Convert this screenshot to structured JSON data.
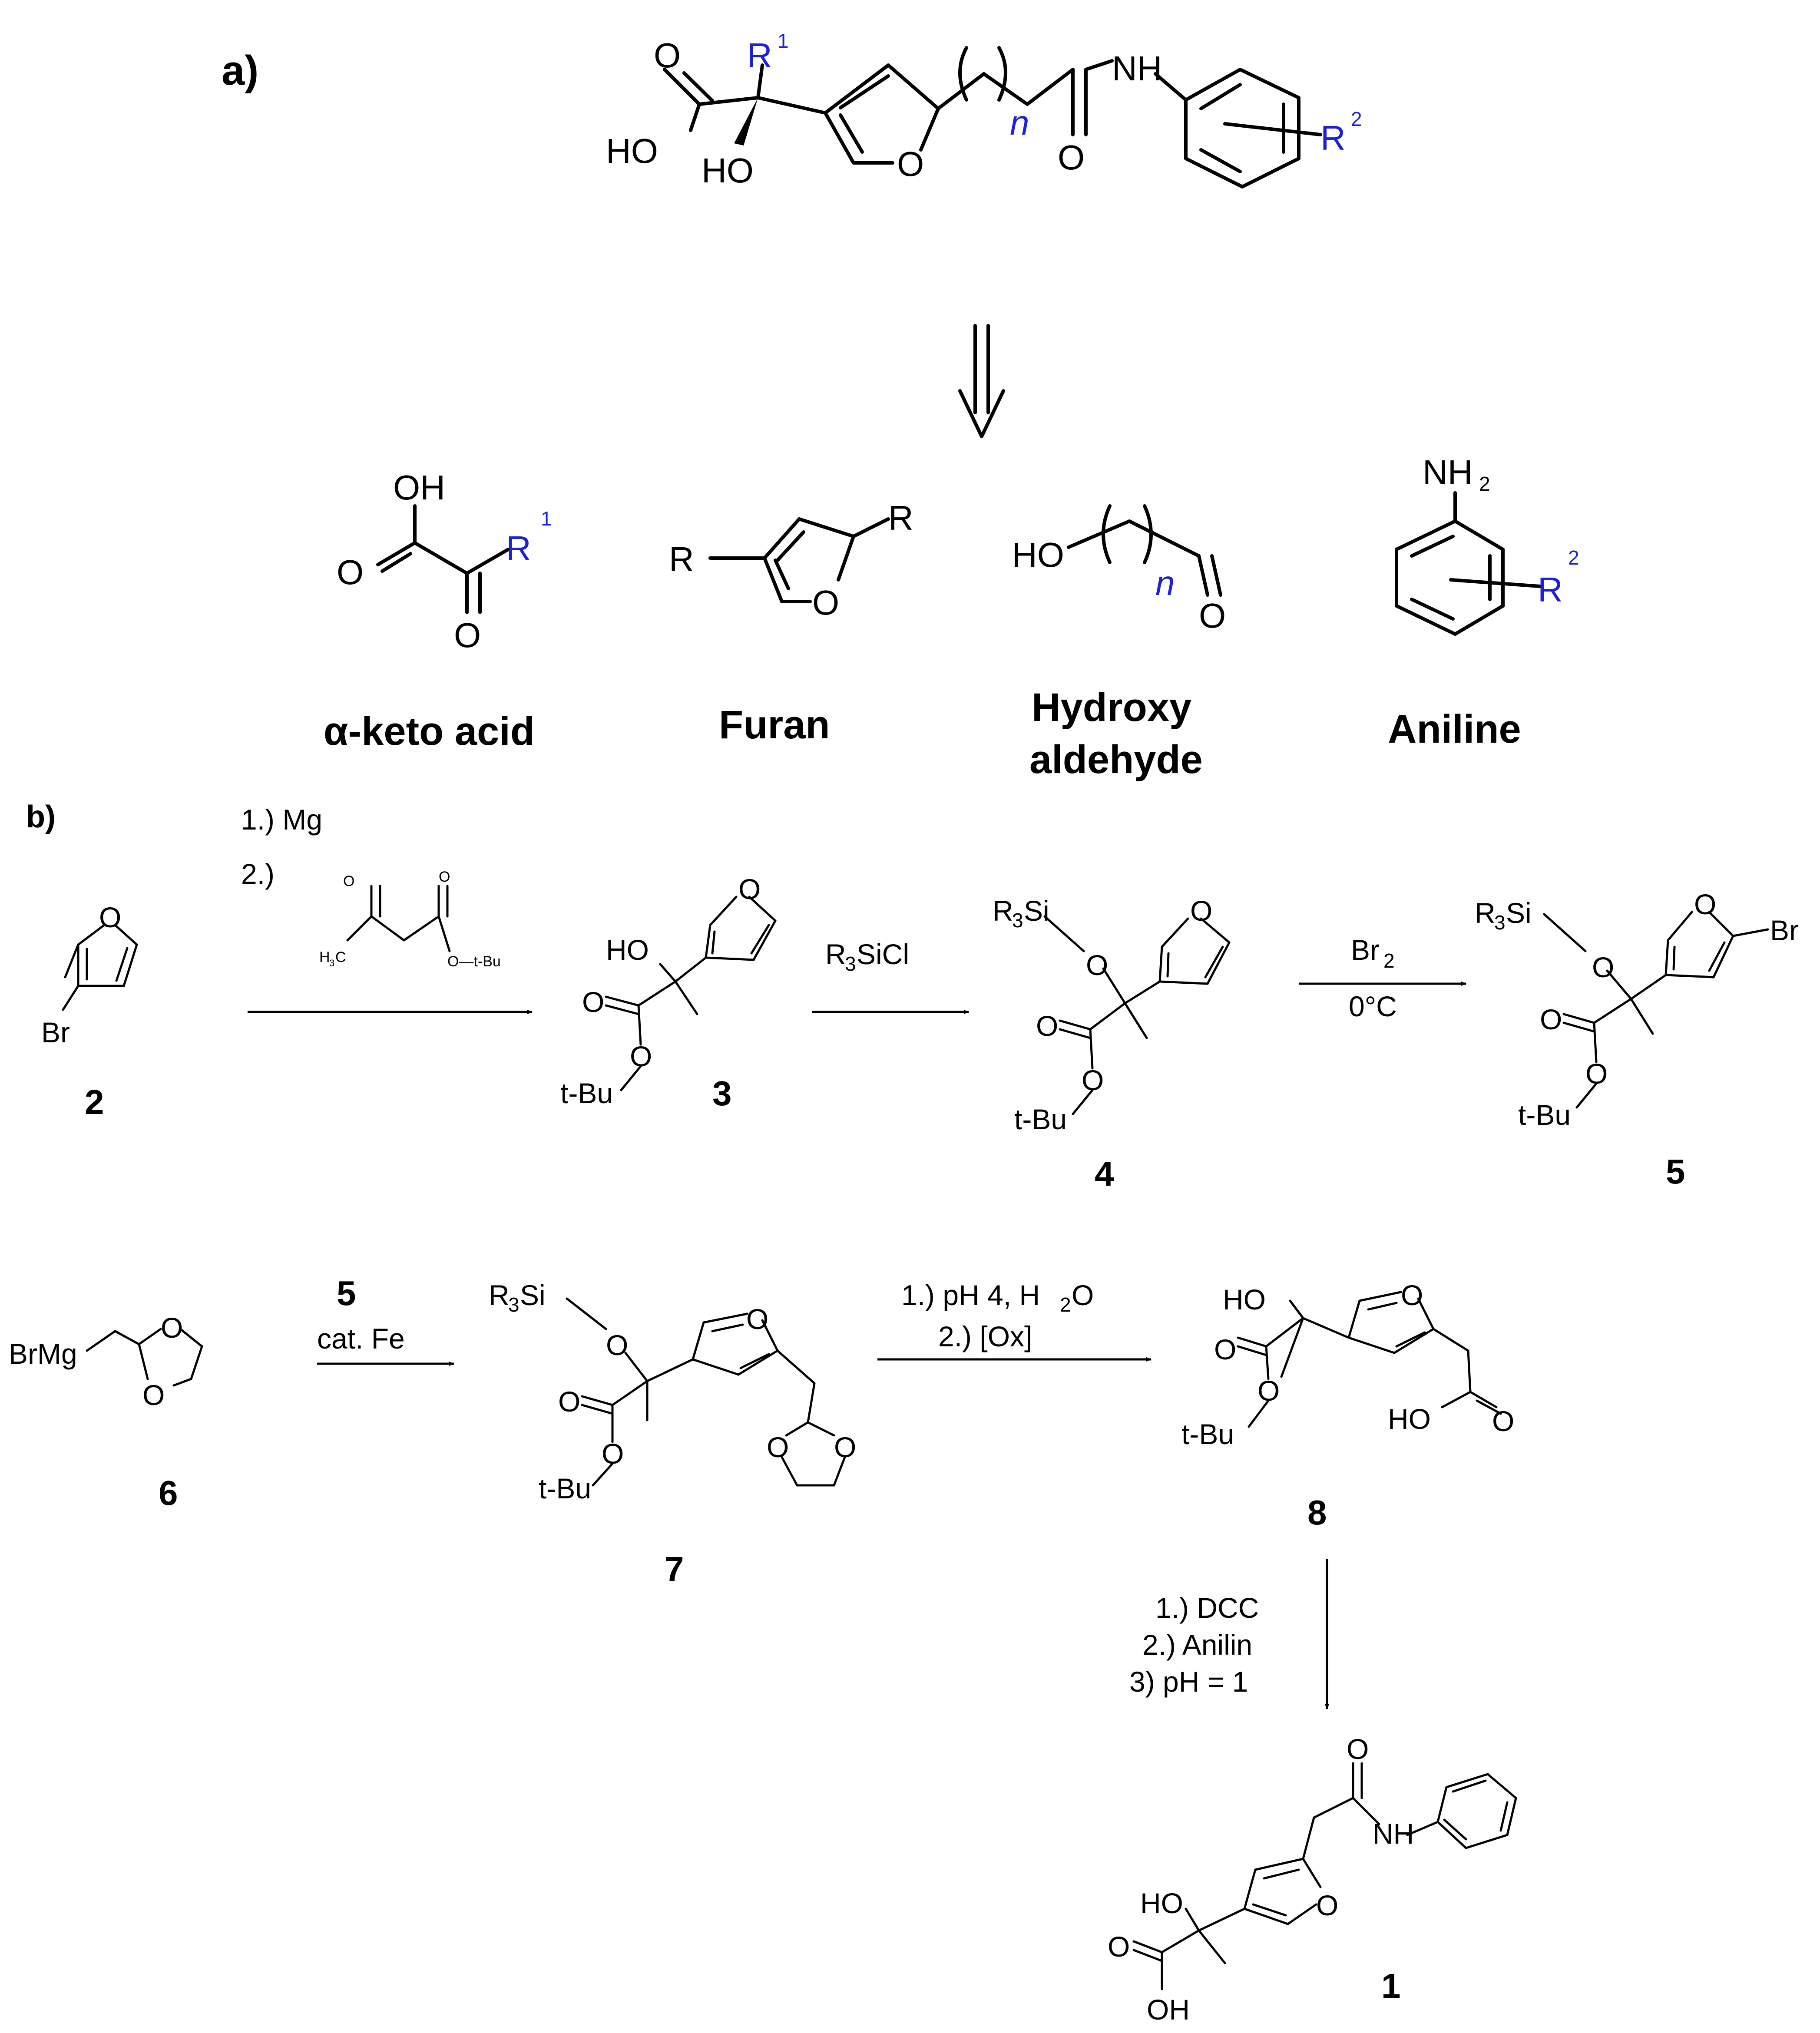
{
  "panel_a": {
    "label": "a)",
    "target": {
      "ho_acid": "HO",
      "ho_alpha": "HO",
      "r1": "R",
      "r1_sup": "1",
      "nh": "NH",
      "n": "n",
      "r2": "R",
      "r2_sup": "2"
    },
    "fragments": {
      "keto_acid": {
        "oh": "OH",
        "r": "R",
        "sup": "1",
        "name": "α-keto acid"
      },
      "furan": {
        "r_left": "R",
        "r_right": "R",
        "name": "Furan"
      },
      "hydroxy_aldehyde": {
        "ho": "HO",
        "n": "n",
        "name_line1": "Hydroxy",
        "name_line2": "aldehyde"
      },
      "aniline": {
        "nh": "NH",
        "nh_sub": "2",
        "r": "R",
        "sup": "2",
        "name": "Aniline"
      }
    }
  },
  "panel_b": {
    "label": "b)",
    "atoms": {
      "o": "O",
      "br": "Br",
      "ho": "HO",
      "oh": "OH",
      "tbu": "t-Bu",
      "r3si": "R",
      "r3si_sub": "3",
      "r3si_tail": "Si",
      "brmg": "BrMg",
      "nh": "NH",
      "h3c": "H",
      "h3c_sub": "3",
      "h3c_tail": "C",
      "o_tbu_small": "O—t-Bu"
    },
    "compounds": {
      "c2": "2",
      "c3": "3",
      "c4": "4",
      "c5": "5",
      "c6": "6",
      "c7": "7",
      "c8": "8",
      "c1": "1"
    },
    "conditions": {
      "step1_a": "1.) Mg",
      "step1_b": "2.)",
      "step2": "R",
      "step2_sub": "3",
      "step2_tail": "SiCl",
      "step3_a": "Br",
      "step3_a_sub": "2",
      "step3_b": "0°C",
      "step4_a": "5",
      "step4_b": "cat. Fe",
      "step5_a": "1.) pH 4, H",
      "step5_a_sub": "2",
      "step5_a_tail": "O",
      "step5_b": "2.) [Ox]",
      "step6_a": "1.) DCC",
      "step6_b": "2.) Anilin",
      "step6_c": "3) pH = 1"
    }
  }
}
